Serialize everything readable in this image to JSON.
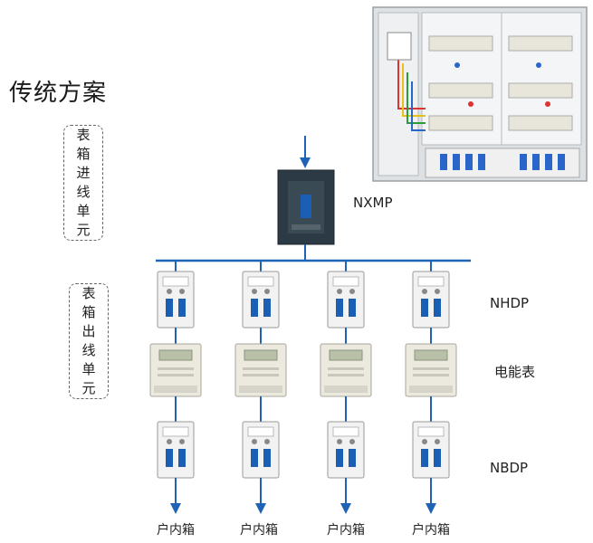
{
  "title": "传统方案",
  "incoming_unit_label": [
    "表",
    "箱",
    "进",
    "线",
    "单",
    "元"
  ],
  "outgoing_unit_label": [
    "表",
    "箱",
    "出",
    "线",
    "单",
    "元"
  ],
  "main_breaker_label": "NXMP",
  "row_labels": {
    "upper_breaker": "NHDP",
    "meter": "电能表",
    "lower_breaker": "NBDP"
  },
  "branches": [
    {
      "destination": "户内箱"
    },
    {
      "destination": "户内箱"
    },
    {
      "destination": "户内箱"
    },
    {
      "destination": "户内箱"
    }
  ],
  "colors": {
    "line": "#1f63b5",
    "breaker_handle": "#1b5fb5",
    "breaker_body": "#f2f2f2",
    "mccb_body": "#2b3a44",
    "meter_body": "#ece9df",
    "meter_display": "#b8c1a8",
    "cabinet_frame": "#c9cdd0"
  }
}
